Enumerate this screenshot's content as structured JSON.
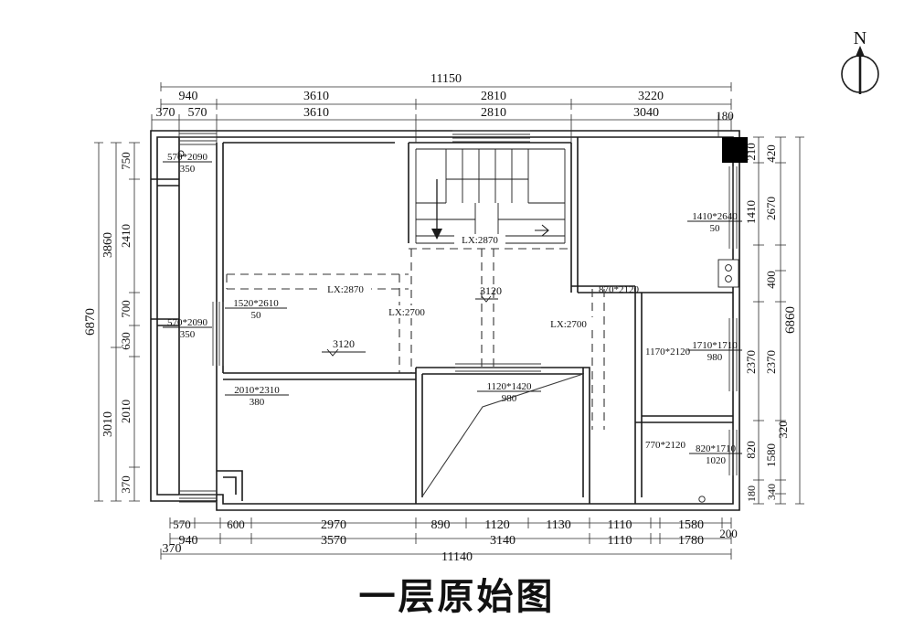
{
  "title": "一层原始图",
  "compass": {
    "label": "N",
    "icon": "north-arrow-icon"
  },
  "dimensions": {
    "top_outer": [
      "11150"
    ],
    "top_chain1": [
      "940",
      "3610",
      "2810",
      "3220"
    ],
    "top_chain2": [
      "370",
      "570",
      "3610",
      "2810",
      "3040",
      "180"
    ],
    "left_outer": [
      "6870"
    ],
    "left_chain1": [
      "3860",
      "3010"
    ],
    "left_chain2": [
      "750",
      "2410",
      "700",
      "630",
      "2010",
      "370"
    ],
    "right_outer": [
      "6860"
    ],
    "right_chain1": [
      "420",
      "2670",
      "400",
      "2370",
      "1580",
      "340",
      "320"
    ],
    "right_chain2": [
      "210",
      "1410",
      "2370",
      "820",
      "180"
    ],
    "bottom_outer": [
      "11140"
    ],
    "bottom_chain1": [
      "940",
      "3570",
      "3140",
      "1110",
      "1780"
    ],
    "bottom_chain2": [
      "570",
      "600",
      "2970",
      "890",
      "1120",
      "1130",
      "1110",
      "1580",
      "200"
    ],
    "bottom_far_left": "370"
  },
  "openings": [
    {
      "name": "balcony-window-upper-left",
      "size": "570*2090",
      "sill": "350"
    },
    {
      "name": "balcony-window-lower-left",
      "size": "570*2090",
      "sill": "350"
    },
    {
      "name": "window-living-left",
      "size": "1520*2610",
      "sill": "50"
    },
    {
      "name": "door-living-left",
      "size": "2010*2310",
      "sill": "380"
    },
    {
      "name": "window-right-main",
      "size": "1410*2640",
      "sill": "50"
    },
    {
      "name": "door-right-upper",
      "size": "870*2120",
      "sill": ""
    },
    {
      "name": "door-room-mid",
      "size": "1170*2120",
      "sill": ""
    },
    {
      "name": "window-room-mid",
      "size": "1710*1710",
      "sill": "980"
    },
    {
      "name": "door-room-lower",
      "size": "770*2120",
      "sill": ""
    },
    {
      "name": "window-room-lower",
      "size": "820*1710",
      "sill": "1020"
    },
    {
      "name": "window-center-bottom",
      "size": "1120*1420",
      "sill": "980"
    }
  ],
  "beams": [
    {
      "name": "beam-lx-2870-upper",
      "label": "LX:2870"
    },
    {
      "name": "beam-lx-2870-stair",
      "label": "LX:2870"
    },
    {
      "name": "beam-lx-2700-left",
      "label": "LX:2700"
    },
    {
      "name": "beam-lx-2700-right",
      "label": "LX:2700"
    }
  ],
  "heights": [
    {
      "name": "ceiling-height-living",
      "label": "3120"
    },
    {
      "name": "ceiling-height-center",
      "label": "3120"
    }
  ],
  "stair": {
    "name": "staircase",
    "direction_marker": "down-arrow"
  },
  "colors": {
    "line": "#1a1a1a",
    "thin": "#555555",
    "fill": "#ffffff",
    "solid": "#000000"
  }
}
